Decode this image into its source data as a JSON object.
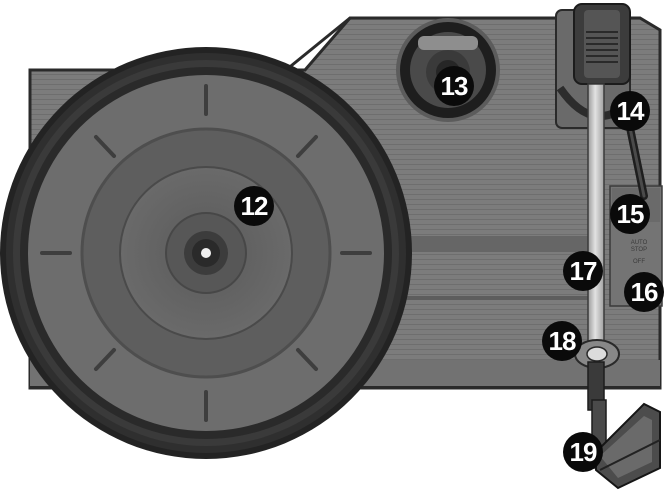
{
  "callouts": {
    "c12": "12",
    "c13": "13",
    "c14": "14",
    "c15": "15",
    "c16": "16",
    "c17": "17",
    "c18": "18",
    "c19": "19"
  },
  "switch_labels": {
    "auto_stop": "AUTO STOP",
    "off": "OFF"
  },
  "colors": {
    "platter_dark": "#2b2b2b",
    "platter": "#6c6c6c",
    "plinth": "#7b7b7b",
    "tonearm": "#c9c9c9",
    "callout_bg": "#0a0a0a"
  },
  "icons": {
    "platter": "turntable-platter-icon",
    "adapter": "45rpm-adapter-icon",
    "cartridge": "cartridge-icon"
  }
}
